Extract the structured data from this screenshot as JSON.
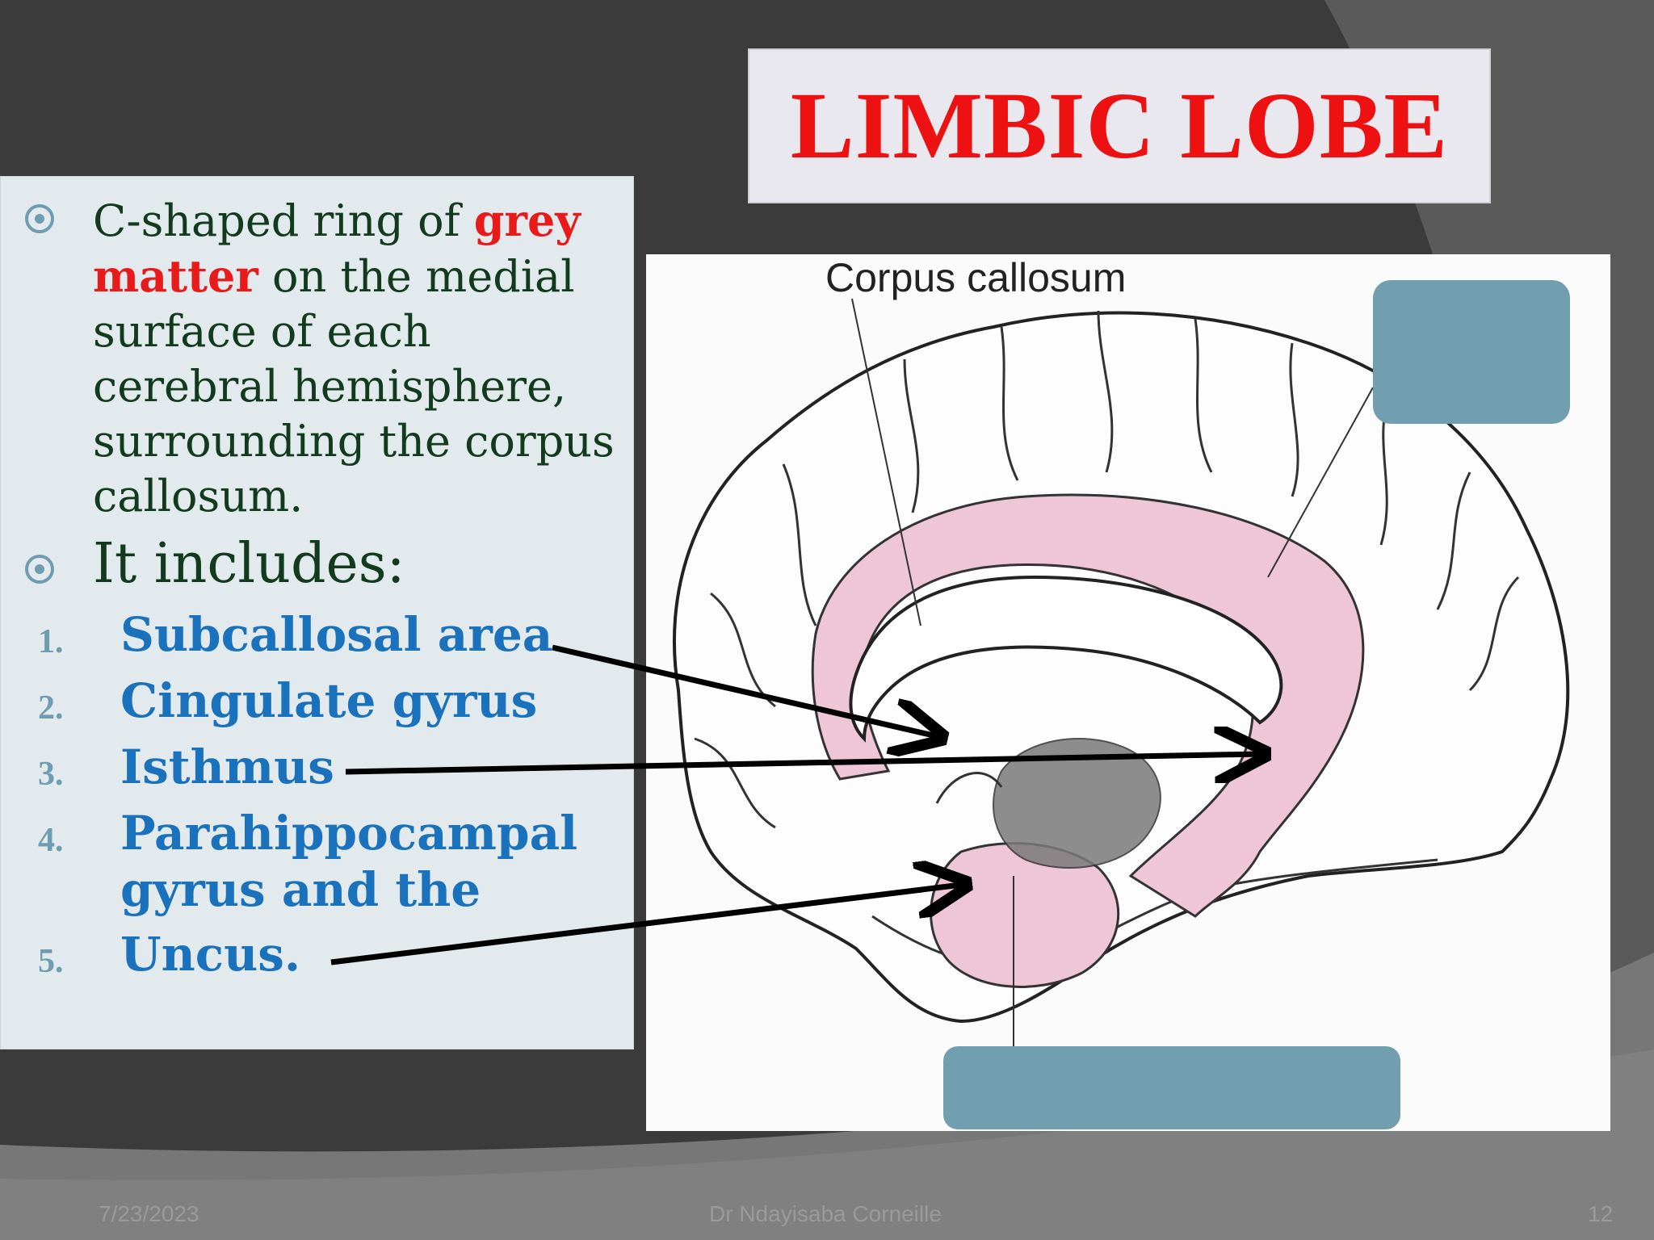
{
  "slide": {
    "title": "LIMBIC LOBE",
    "description": {
      "part1": "C-shaped ring of ",
      "highlight1": "grey",
      "highlight2": "matter",
      "part2": " on the medial surface of each cerebral hemisphere, surrounding the corpus callosum."
    },
    "includes_label": "It includes:",
    "list": [
      {
        "num": "1.",
        "text": "Subcallosal area"
      },
      {
        "num": "2.",
        "text": "Cingulate gyrus"
      },
      {
        "num": "3.",
        "text": "Isthmus"
      },
      {
        "num": "4.",
        "text": "Parahippocampal"
      },
      {
        "num": "",
        "text": "gyrus and the"
      },
      {
        "num": "5.",
        "text": "Uncus."
      }
    ],
    "diagram": {
      "corpus_label": "Corpus callosum"
    },
    "footer": {
      "date": "7/23/2023",
      "author": "Dr Ndayisaba Corneille",
      "page": "12"
    },
    "colors": {
      "title_red": "#ee1111",
      "list_blue": "#1a72bd",
      "label_box": "#729faf",
      "limbic_pink": "#efc6d6"
    }
  }
}
